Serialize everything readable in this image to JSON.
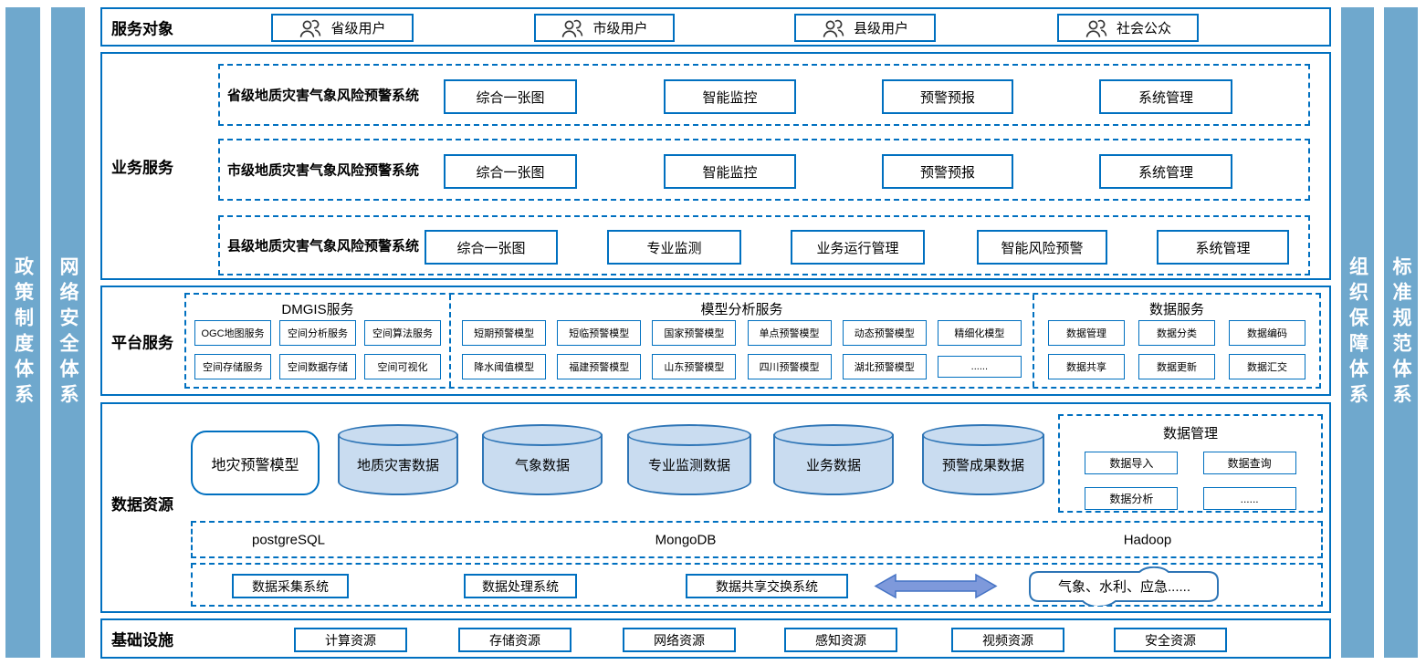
{
  "pillars": {
    "left": [
      "政策制度体系",
      "网络安全体系"
    ],
    "right": [
      "组织保障体系",
      "标准规范体系"
    ]
  },
  "service_targets": {
    "label": "服务对象",
    "users": [
      "省级用户",
      "市级用户",
      "县级用户",
      "社会公众"
    ]
  },
  "business": {
    "label": "业务服务",
    "systems": [
      {
        "name": "省级地质灾害气象风险预警系统",
        "modules": [
          "综合一张图",
          "智能监控",
          "预警预报",
          "系统管理"
        ]
      },
      {
        "name": "市级地质灾害气象风险预警系统",
        "modules": [
          "综合一张图",
          "智能监控",
          "预警预报",
          "系统管理"
        ]
      },
      {
        "name": "县级地质灾害气象风险预警系统",
        "modules": [
          "综合一张图",
          "专业监测",
          "业务运行管理",
          "智能风险预警",
          "系统管理"
        ]
      }
    ]
  },
  "platform": {
    "label": "平台服务",
    "groups": [
      {
        "title": "DMGIS服务",
        "rows": [
          [
            "OGC地图服务",
            "空间分析服务",
            "空间算法服务"
          ],
          [
            "空间存储服务",
            "空间数据存储",
            "空间可视化"
          ]
        ]
      },
      {
        "title": "模型分析服务",
        "rows": [
          [
            "短期预警模型",
            "短临预警模型",
            "国家预警模型",
            "单点预警模型",
            "动态预警模型",
            "精细化模型"
          ],
          [
            "降水阈值模型",
            "福建预警模型",
            "山东预警模型",
            "四川预警模型",
            "湖北预警模型",
            "......"
          ]
        ]
      },
      {
        "title": "数据服务",
        "rows": [
          [
            "数据管理",
            "数据分类",
            "数据编码"
          ],
          [
            "数据共享",
            "数据更新",
            "数据汇交"
          ]
        ]
      }
    ]
  },
  "data_resources": {
    "label": "数据资源",
    "model_box": "地灾预警模型",
    "cylinders": [
      "地质灾害数据",
      "气象数据",
      "专业监测数据",
      "业务数据",
      "预警成果数据"
    ],
    "data_management": {
      "title": "数据管理",
      "items": [
        "数据导入",
        "数据查询",
        "数据分析",
        "......"
      ]
    },
    "databases": [
      "postgreSQL",
      "MongoDB",
      "Hadoop"
    ],
    "systems": [
      "数据采集系统",
      "数据处理系统",
      "数据共享交换系统"
    ],
    "external_systems": "气象、水利、应急......"
  },
  "infrastructure": {
    "label": "基础设施",
    "items": [
      "计算资源",
      "存储资源",
      "网络资源",
      "感知资源",
      "视频资源",
      "安全资源"
    ]
  },
  "colors": {
    "accent": "#0070C0",
    "pillar": "#6FA8CD",
    "cylinder_fill": "#C9DCF0",
    "cylinder_border": "#2E75B6",
    "arrow_fill": "#7E99DB",
    "arrow_border": "#4472C4"
  }
}
